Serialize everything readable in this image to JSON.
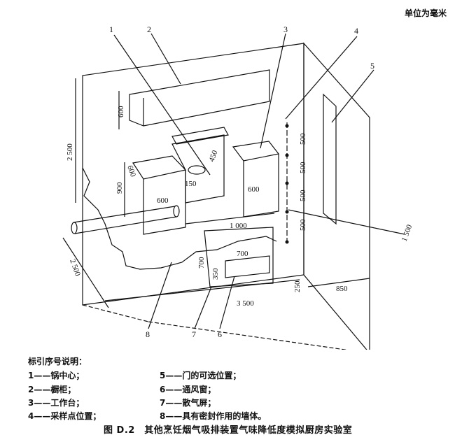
{
  "unit_note": "单位为毫米",
  "callouts": [
    "1",
    "2",
    "3",
    "4",
    "5",
    "6",
    "7",
    "8"
  ],
  "dimensions": {
    "cabinet_height": "600",
    "room_height": "2 500",
    "counter_height": "900",
    "counter_depth": "600",
    "pot_offset": "450",
    "pot_side": "150",
    "left_counter_width": "600",
    "right_counter_width": "600",
    "wall_width": "1 000",
    "vent_width": "700",
    "screen_height": "700",
    "screen_gap": "350",
    "room_depth": "2 500",
    "room_length": "3 500",
    "gap_250": "250",
    "door_offset": "850",
    "sample_dist": "1 500",
    "sample_spacing": [
      "500",
      "500",
      "500",
      "500"
    ]
  },
  "legend": {
    "title": "标引序号说明：",
    "items": [
      "1——锅中心；",
      "2——橱柜；",
      "3——工作台；",
      "4——采样点位置；",
      "5——门的可选位置；",
      "6——通风窗；",
      "7——散气屏；",
      "8——具有密封作用的墙体。"
    ]
  },
  "caption": "图 D.2　其他烹饪烟气吸排装置气味降低度模拟厨房实验室"
}
